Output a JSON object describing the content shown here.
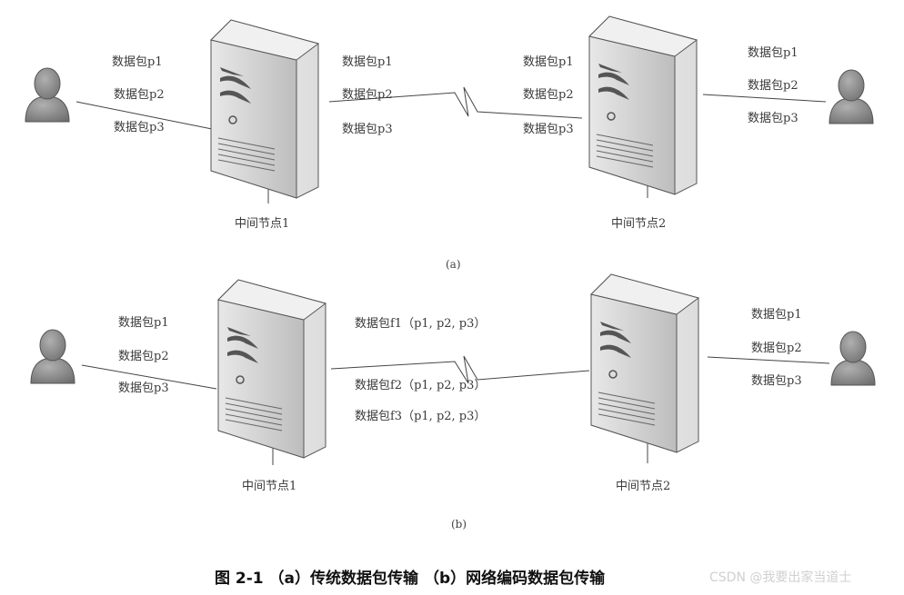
{
  "panel_a": {
    "caption": "(a)",
    "left_packets": [
      "数据包p1",
      "数据包p2",
      "数据包p3"
    ],
    "middle_left_packets": [
      "数据包p1",
      "数据包p2",
      "数据包p3"
    ],
    "middle_right_packets": [
      "数据包p1",
      "数据包p2",
      "数据包p3"
    ],
    "right_packets": [
      "数据包p1",
      "数据包p2",
      "数据包p3"
    ],
    "node1_label": "中间节点1",
    "node2_label": "中间节点2"
  },
  "panel_b": {
    "caption": "(b)",
    "left_packets": [
      "数据包p1",
      "数据包p2",
      "数据包p3"
    ],
    "coded_packets": [
      "数据包f1（p1, p2, p3）",
      "数据包f2（p1, p2, p3）",
      "数据包f3（p1, p2, p3）"
    ],
    "right_packets": [
      "数据包p1",
      "数据包p2",
      "数据包p3"
    ],
    "node1_label": "中间节点1",
    "node2_label": "中间节点2"
  },
  "figure_title": "图 2-1 （a）传统数据包传输 （b）网络编码数据包传输",
  "watermark": "CSDN @我要出家当道士"
}
